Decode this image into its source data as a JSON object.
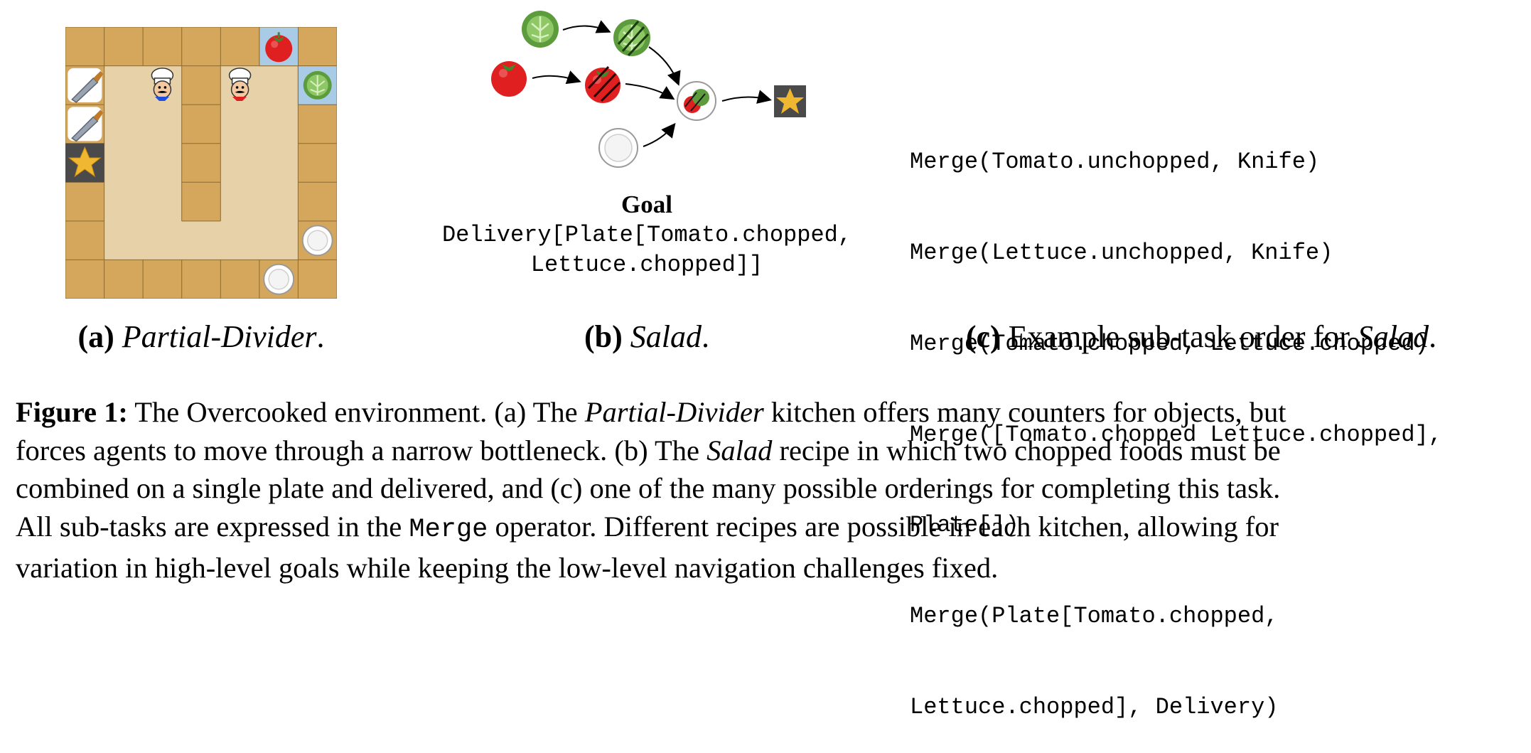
{
  "panel_a": {
    "caption_label": "(a)",
    "caption_text": "Partial-Divider",
    "caption_end": "."
  },
  "panel_b": {
    "goal_title": "Goal",
    "goal_line_1": "Delivery[Plate[Tomato.chopped,",
    "goal_line_2": "Lettuce.chopped]]",
    "caption_label": "(b)",
    "caption_text": "Salad",
    "caption_end": "."
  },
  "panel_c": {
    "code_lines": [
      "Merge(Tomato.unchopped, Knife)",
      "Merge(Lettuce.unchopped, Knife)",
      "Merge(Tomato.chopped, Lettuce.chopped)",
      "Merge([Tomato.chopped Lettuce.chopped],",
      "Plate[])",
      "Merge(Plate[Tomato.chopped,",
      "Lettuce.chopped], Delivery)"
    ],
    "caption_label": "(c)",
    "caption_text": "Example sub-task order for",
    "caption_italic": "Salad",
    "caption_end": "."
  },
  "figure_caption": {
    "label": "Figure 1:",
    "line1_a": "The Overcooked environment. (a) The",
    "line1_i": "Partial-Divider",
    "line1_b": "kitchen offers many counters for objects, but",
    "line2_a": "forces agents to move through a narrow bottleneck. (b) The",
    "line2_i": "Salad",
    "line2_b": "recipe in which two chopped foods must be",
    "line3": "combined on a single plate and delivered, and (c) one of the many possible orderings for completing this task.",
    "line4_a": "All sub-tasks are expressed in the",
    "line4_mono": "Merge",
    "line4_b": "operator. Different recipes are possible in each kitchen, allowing for",
    "line5": "variation in high-level goals while keeping the low-level navigation challenges fixed."
  },
  "colors": {
    "counter": "#d4a75c",
    "floor": "#e6d1a9",
    "ingredient_bg": "#a9cbe6",
    "tomato": "#e02020",
    "lettuce": "#5c9c3c",
    "star": "#f0b830",
    "delivery_bg": "#4a4a4a"
  }
}
